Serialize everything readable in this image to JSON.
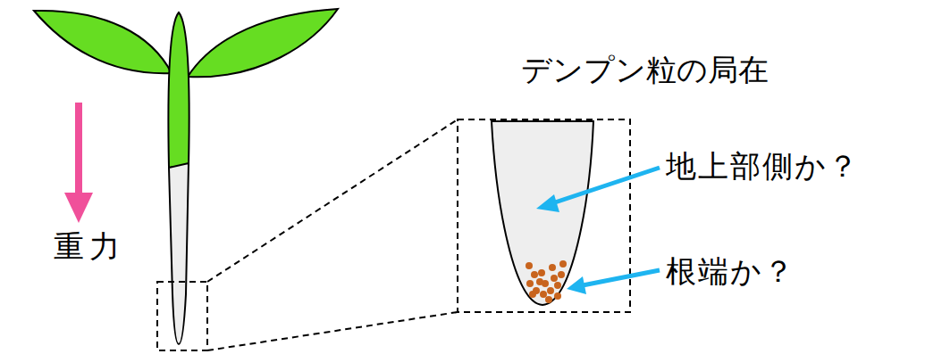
{
  "diagram": {
    "labels": [
      "デンプン粒の局在",
      "地上部側か？",
      "根端か？",
      "重力"
    ]
  }
}
